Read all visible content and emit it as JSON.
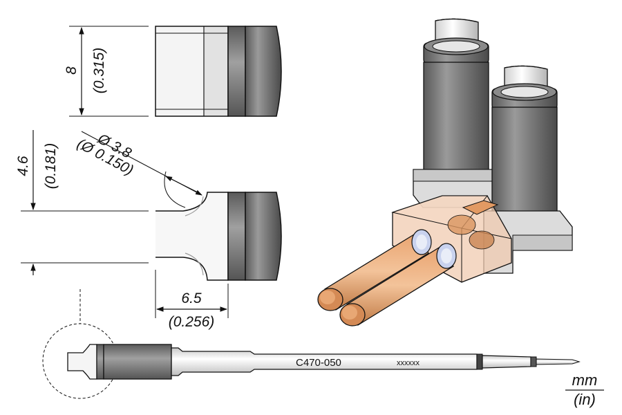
{
  "dimensions": {
    "height_mm": "8",
    "height_in": "(0.315)",
    "diameter_mm": "Ø 3.8",
    "diameter_in": "(Ø 0.150)",
    "width_mm": "4.6",
    "width_in": "(0.181)",
    "length_mm": "6.5",
    "length_in": "(0.256)"
  },
  "tip": {
    "model": "C470-050",
    "serial": "xxxxxx"
  },
  "units": {
    "metric": "mm",
    "imperial": "(in)"
  },
  "colors": {
    "outline": "#111111",
    "steel_dark": "#6e6e6e",
    "steel_light": "#d2d2d2",
    "copper": "#d98f5a",
    "translucent_block": "#f0cbb0",
    "ring": "#c9d2ee"
  }
}
